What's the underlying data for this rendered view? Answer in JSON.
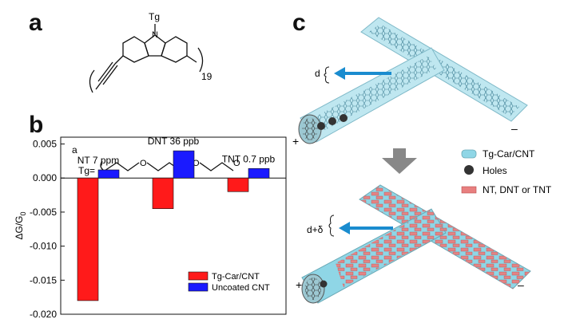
{
  "panels": {
    "a": "a",
    "b": "b",
    "c": "c"
  },
  "structure": {
    "n_label": "N",
    "tg_top": "Tg",
    "repeat_subscript": "19",
    "tg_def_label": "Tg=",
    "oxygen_label": "O"
  },
  "chart_data": {
    "type": "bar",
    "inner_label": "a",
    "categories": [
      "NT 7 ppm",
      "DNT 36 ppb",
      "TNT 0.7 ppb"
    ],
    "series": [
      {
        "name": "Tg-Car/CNT",
        "color": "#ff1a1a",
        "values": [
          -0.018,
          -0.0045,
          -0.002
        ]
      },
      {
        "name": "Uncoated CNT",
        "color": "#1a1aff",
        "values": [
          0.0012,
          0.004,
          0.0014
        ]
      }
    ],
    "ylabel": "ΔG/G",
    "ylabel_subscript": "0",
    "ylim": [
      -0.02,
      0.006
    ],
    "yticks": [
      "0.005",
      "0.000",
      "-0.005",
      "-0.010",
      "-0.015",
      "-0.020"
    ],
    "ytick_values": [
      0.005,
      0.0,
      -0.005,
      -0.01,
      -0.015,
      -0.02
    ],
    "legend_position": "bottom-right",
    "grid": false
  },
  "illustration": {
    "plus_top": "+",
    "minus_top": "–",
    "plus_bottom": "+",
    "minus_bottom": "–",
    "d_label": "d",
    "d_delta_label": "d+δ",
    "legend": [
      {
        "label": "Tg-Car/CNT",
        "color": "#8fd6e6"
      },
      {
        "label": "Holes",
        "color": "#333333"
      },
      {
        "label": "NT, DNT or TNT",
        "color": "#e87f7f"
      }
    ]
  }
}
